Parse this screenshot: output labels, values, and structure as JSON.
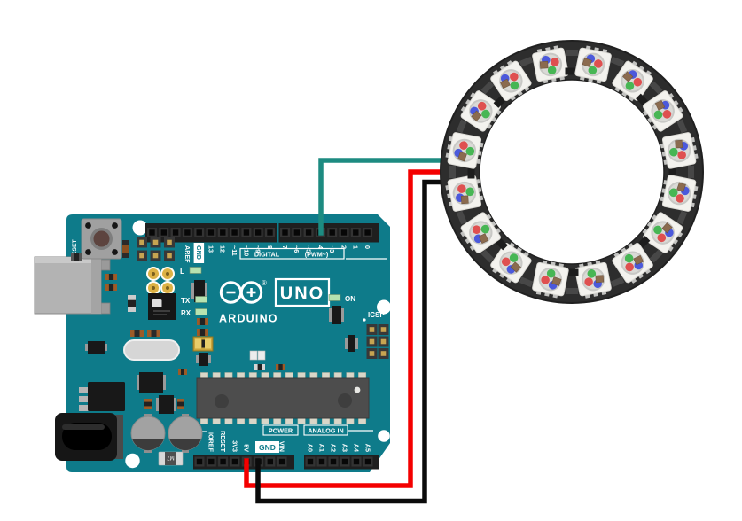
{
  "board": {
    "color": "#0e7b8a",
    "reset_label": "RESET",
    "brand": "ARDUINO",
    "model": "UNO",
    "registered_mark": "®",
    "led_labels": {
      "l": "L",
      "tx": "TX",
      "rx": "RX",
      "on": "ON"
    },
    "icsp_label": "ICSP",
    "digital_caption": "DIGITAL",
    "pwm_caption": "(PWM~)",
    "power_caption": "POWER",
    "analog_caption": "ANALOG IN",
    "top_pin_labels": [
      "AREF",
      "GND",
      "13",
      "12",
      "~11",
      "~10",
      "~9",
      "8",
      "7",
      "~6",
      "~5",
      "4",
      "~3",
      "2",
      "1",
      "0"
    ],
    "top_gnd_highlight": "GND",
    "power_pin_labels": [
      "IOREF",
      "RESET",
      "3V3",
      "5V",
      "VIN"
    ],
    "power_gnd_highlight": "GND",
    "analog_pin_labels": [
      "A0",
      "A1",
      "A2",
      "A3",
      "A4",
      "A5"
    ],
    "diode_label": "M7"
  },
  "ring": {
    "led_count": 16,
    "pcb_color": "#2d2d2d",
    "led_body_color": "#f3f2ee",
    "led_dot_colors": {
      "blue": "#4b59db",
      "red": "#df5050",
      "green": "#47b654"
    },
    "chip_color": "#8b6b4f"
  },
  "wires": {
    "data_color": "#1d8b81",
    "power_color": "#f40000",
    "ground_color": "#0b0b0b"
  }
}
